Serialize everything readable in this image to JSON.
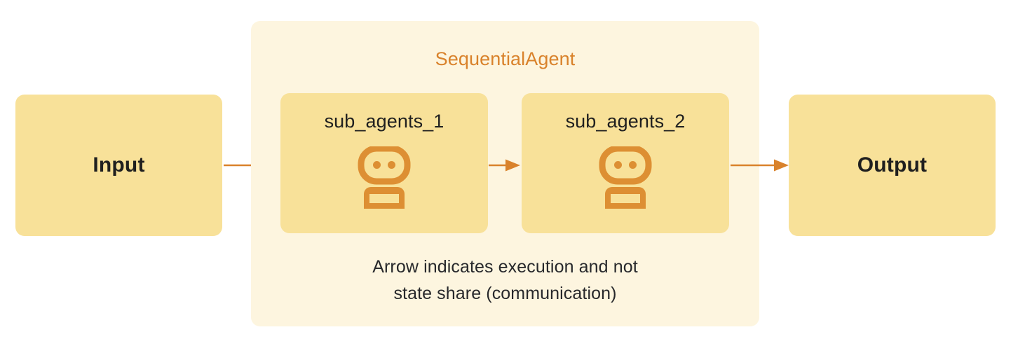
{
  "diagram": {
    "title": "SequentialAgent",
    "container_label": "SequentialAgent",
    "caption_line_1": "Arrow indicates execution and not",
    "caption_line_2": "state share (communication)",
    "input": {
      "label": "Input"
    },
    "output": {
      "label": "Output"
    },
    "sub_agents": [
      {
        "label": "sub_agents_1",
        "icon": "robot-icon"
      },
      {
        "label": "sub_agents_2",
        "icon": "robot-icon"
      }
    ],
    "arrows": [
      {
        "from": "Input",
        "to": "sub_agents_1"
      },
      {
        "from": "sub_agents_1",
        "to": "sub_agents_2"
      },
      {
        "from": "sub_agents_2",
        "to": "Output"
      }
    ],
    "colors": {
      "canvas_background": "#FFFFFF",
      "container_background": "#FDF5DF",
      "node_background": "#F8E199",
      "accent_orange": "#D9822B",
      "icon_orange": "#DD8F33",
      "arrow_orange": "#D9822B",
      "text_dark": "#1F1F1F"
    }
  }
}
